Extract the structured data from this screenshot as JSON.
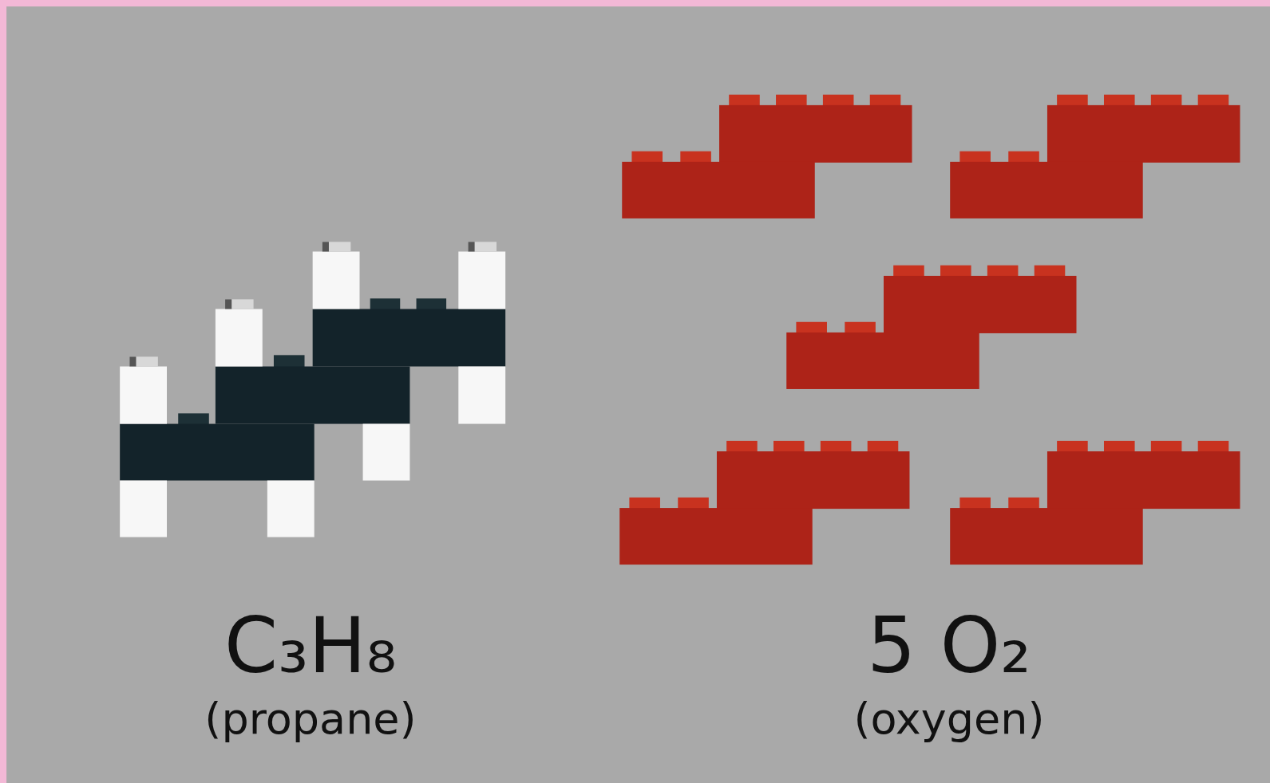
{
  "diagram": {
    "labels": [
      "C₃H₈",
      "(propane)",
      "5 O₂",
      "(oxygen)"
    ]
  }
}
